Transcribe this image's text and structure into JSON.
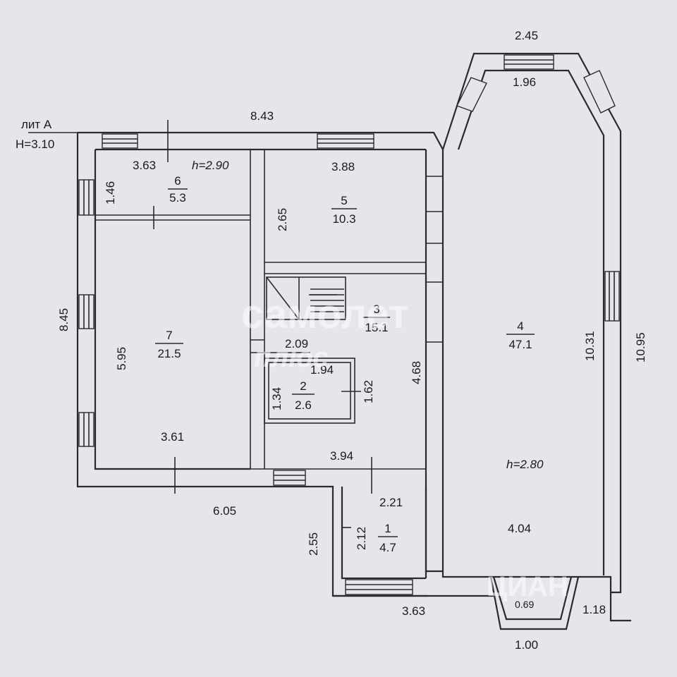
{
  "header": {
    "lit": "лит А",
    "height": "Н=3.10"
  },
  "rooms": [
    {
      "id": "1",
      "area": "4.7"
    },
    {
      "id": "2",
      "area": "2.6"
    },
    {
      "id": "3",
      "area": "15.1"
    },
    {
      "id": "4",
      "area": "47.1"
    },
    {
      "id": "5",
      "area": "10.3"
    },
    {
      "id": "6",
      "area": "5.3"
    },
    {
      "id": "7",
      "area": "21.5"
    }
  ],
  "ceiling_heights": {
    "h_upper": "h=2.90",
    "h_lower": "h=2.80"
  },
  "dimensions": {
    "d_8_43": "8.43",
    "d_2_45": "2.45",
    "d_1_96": "1.96",
    "d_3_63_top": "3.63",
    "d_3_88": "3.88",
    "d_1_46": "1.46",
    "d_2_65": "2.65",
    "d_8_45": "8.45",
    "d_5_95": "5.95",
    "d_2_09": "2.09",
    "d_1_94": "1.94",
    "d_1_34": "1.34",
    "d_1_62": "1.62",
    "d_4_68": "4.68",
    "d_10_31": "10.31",
    "d_10_95": "10.95",
    "d_3_61": "3.61",
    "d_3_94": "3.94",
    "d_6_05": "6.05",
    "d_2_21": "2.21",
    "d_2_55": "2.55",
    "d_2_12": "2.12",
    "d_4_04": "4.04",
    "d_3_63_bottom": "3.63",
    "d_0_69": "0.69",
    "d_1_18": "1.18",
    "d_1_00": "1.00"
  },
  "watermark": {
    "brand": "самолет",
    "sub": "плюс",
    "corner": "ЦИАН"
  }
}
